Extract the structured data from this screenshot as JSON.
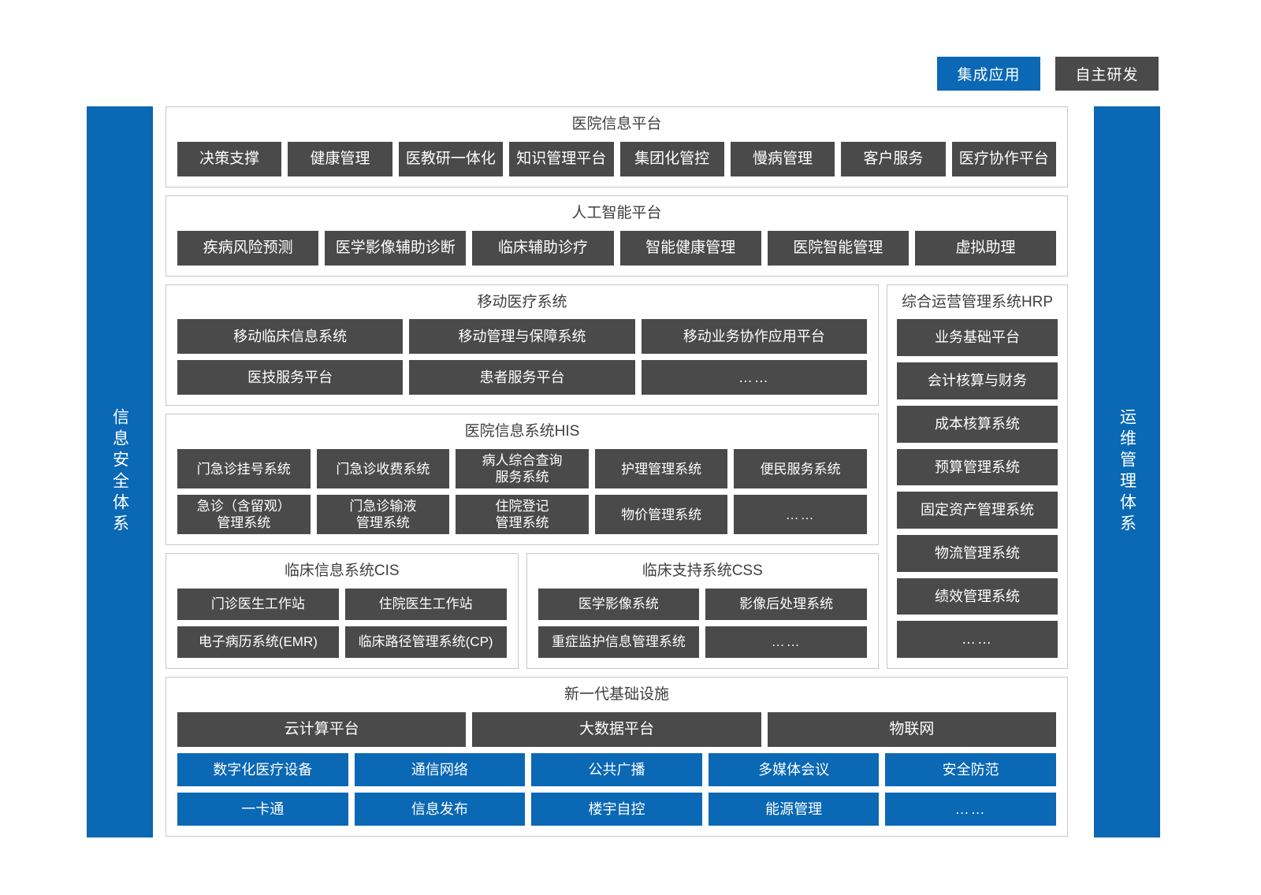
{
  "legend": {
    "items": [
      {
        "label": "集成应用",
        "color": "#0a68b4",
        "style": "blue"
      },
      {
        "label": "自主研发",
        "color": "#4a4a4a",
        "style": "dark"
      }
    ]
  },
  "sidebars": {
    "left": {
      "label": "信息安全体系",
      "color": "#0a68b4"
    },
    "right": {
      "label": "运维管理体系",
      "color": "#0a68b4"
    }
  },
  "colors": {
    "blue": "#0a68b4",
    "dark": "#4a4a4a",
    "panel_border": "#c8c8c8",
    "text": "#3f3f3f"
  },
  "sections": {
    "hospital_platform": {
      "title": "医院信息平台",
      "items": [
        "决策支撑",
        "健康管理",
        "医教研一体化",
        "知识管理平台",
        "集团化管控",
        "慢病管理",
        "客户服务",
        "医疗协作平台"
      ]
    },
    "ai_platform": {
      "title": "人工智能平台",
      "items": [
        "疾病风险预测",
        "医学影像辅助诊断",
        "临床辅助诊疗",
        "智能健康管理",
        "医院智能管理",
        "虚拟助理"
      ]
    },
    "mobile_medical": {
      "title": "移动医疗系统",
      "rows": [
        [
          "移动临床信息系统",
          "移动管理与保障系统",
          "移动业务协作应用平台"
        ],
        [
          "医技服务平台",
          "患者服务平台",
          "……"
        ]
      ]
    },
    "his": {
      "title": "医院信息系统HIS",
      "rows": [
        [
          "门急诊挂号系统",
          "门急诊收费系统",
          "病人综合查询\n服务系统",
          "护理管理系统",
          "便民服务系统"
        ],
        [
          "急诊（含留观）\n管理系统",
          "门急诊输液\n管理系统",
          "住院登记\n管理系统",
          "物价管理系统",
          "……"
        ]
      ]
    },
    "cis": {
      "title": "临床信息系统CIS",
      "rows": [
        [
          "门诊医生工作站",
          "住院医生工作站"
        ],
        [
          "电子病历系统(EMR)",
          "临床路径管理系统(CP)"
        ]
      ]
    },
    "css": {
      "title": "临床支持系统CSS",
      "rows": [
        [
          "医学影像系统",
          "影像后处理系统"
        ],
        [
          "重症监护信息管理系统",
          "……"
        ]
      ]
    },
    "hrp": {
      "title": "综合运营管理系统HRP",
      "items": [
        "业务基础平台",
        "会计核算与财务",
        "成本核算系统",
        "预算管理系统",
        "固定资产管理系统",
        "物流管理系统",
        "绩效管理系统",
        "……"
      ]
    },
    "infrastructure": {
      "title": "新一代基础设施",
      "dark_row": [
        "云计算平台",
        "大数据平台",
        "物联网"
      ],
      "blue_rows": [
        [
          "数字化医疗设备",
          "通信网络",
          "公共广播",
          "多媒体会议",
          "安全防范"
        ],
        [
          "一卡通",
          "信息发布",
          "楼宇自控",
          "能源管理",
          "……"
        ]
      ]
    }
  }
}
